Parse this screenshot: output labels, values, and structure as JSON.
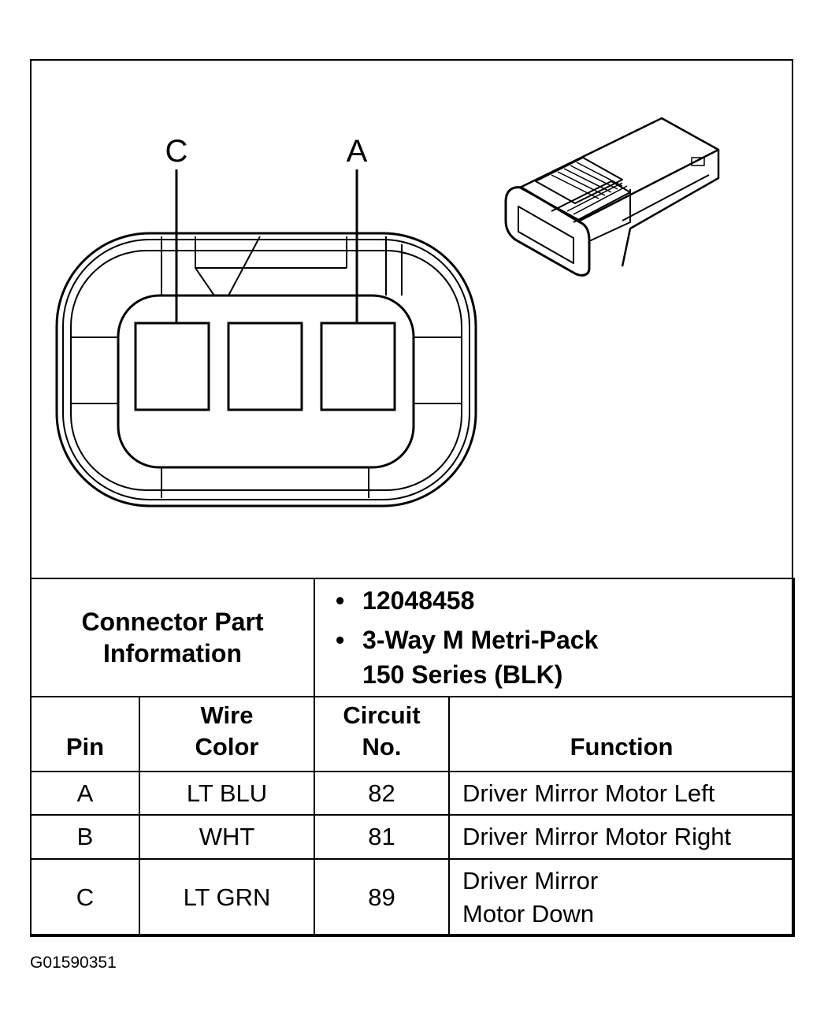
{
  "pin_labels": {
    "left": "C",
    "right": "A"
  },
  "connector_info": {
    "label_line1": "Connector Part",
    "label_line2": "Information",
    "items": [
      {
        "bullet": "•",
        "lines": [
          "12048458"
        ]
      },
      {
        "bullet": "•",
        "lines": [
          "3-Way M Metri-Pack",
          "150 Series (BLK)"
        ]
      }
    ]
  },
  "table": {
    "headers": {
      "pin": "Pin",
      "wire_color_line1": "Wire",
      "wire_color_line2": "Color",
      "circuit_line1": "Circuit",
      "circuit_line2": "No.",
      "function": "Function"
    },
    "rows": [
      {
        "pin": "A",
        "wire_color": "LT BLU",
        "circuit": "82",
        "function_line1": "Driver Mirror Motor Left",
        "function_line2": ""
      },
      {
        "pin": "B",
        "wire_color": "WHT",
        "circuit": "81",
        "function_line1": "Driver Mirror Motor Right",
        "function_line2": ""
      },
      {
        "pin": "C",
        "wire_color": "LT GRN",
        "circuit": "89",
        "function_line1": "Driver Mirror",
        "function_line2": "Motor Down"
      }
    ]
  },
  "figure_id": "G01590351",
  "colors": {
    "line": "#000000",
    "background": "#ffffff"
  }
}
